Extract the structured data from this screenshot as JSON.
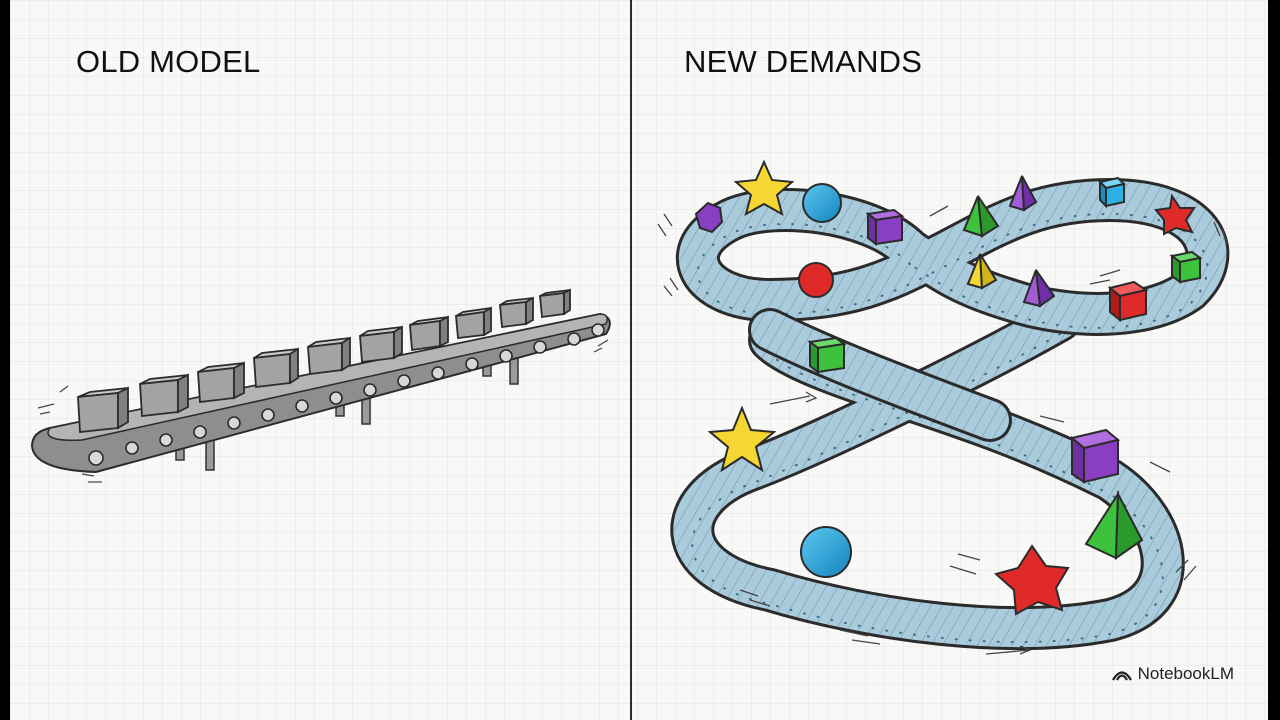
{
  "left_panel": {
    "title": "OLD MODEL"
  },
  "right_panel": {
    "title": "NEW DEMANDS"
  },
  "watermark": {
    "text": "NotebookLM",
    "icon": "notebooklm-logo-icon"
  },
  "colors": {
    "belt_old": "#8e8e8e",
    "belt_new": "#a9cbdc",
    "cube_grey": "#a3a3a3",
    "star_yellow": "#f5d632",
    "sphere_blue": "#1fa4dc",
    "red": "#e02a2a",
    "purple": "#8a3fc2",
    "green": "#3cc23c"
  }
}
